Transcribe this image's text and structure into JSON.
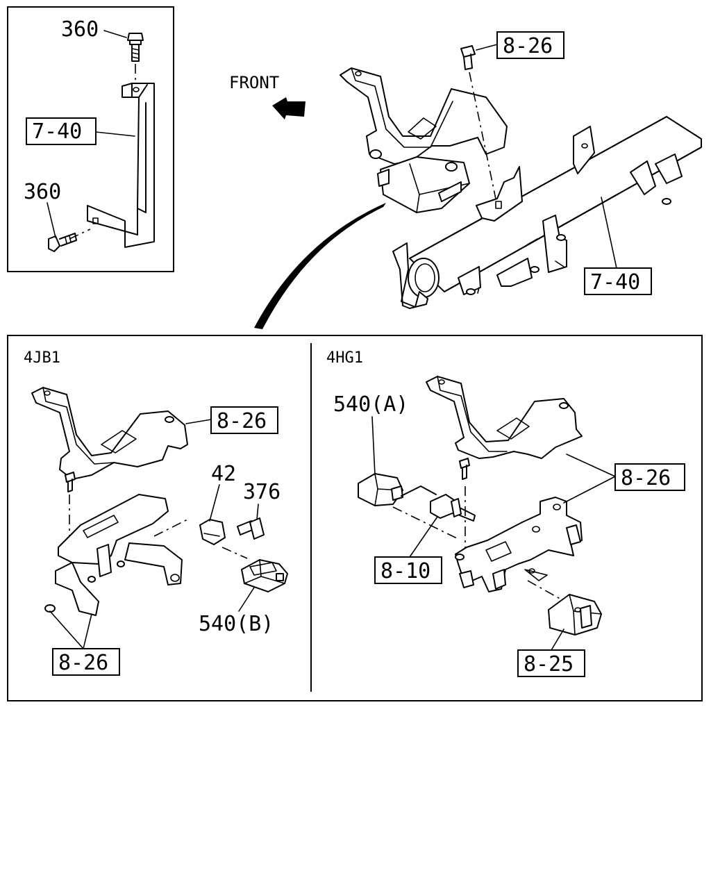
{
  "direction_label": "FRONT",
  "inset": {
    "bolt_top_label": "360",
    "bracket_label": "7-40",
    "bolt_bottom_label": "360"
  },
  "main_view": {
    "bracket_bolt_label": "8-26",
    "crossmember_label": "7-40"
  },
  "variant_4jb1": {
    "title": "4JB1",
    "bracket_upper_label": "8-26",
    "clip_label": "42",
    "bolt_label": "376",
    "relay_label": "540(B)",
    "bracket_lower_label": "8-26"
  },
  "variant_4hg1": {
    "title": "4HG1",
    "relay_label": "540(A)",
    "bracket_label": "8-26",
    "connector_label": "8-10",
    "module_label": "8-25"
  }
}
